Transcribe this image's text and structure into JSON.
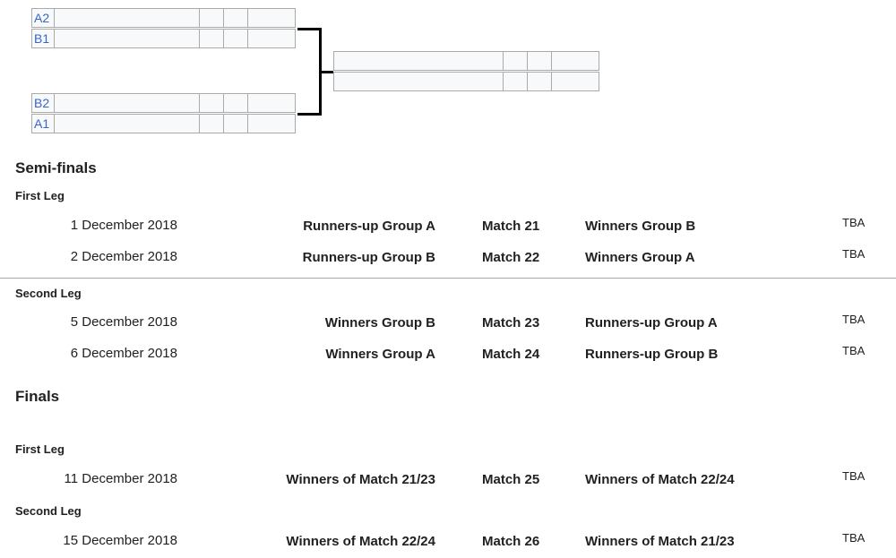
{
  "bracket": {
    "semi_slots": [
      "A2",
      "B1",
      "B2",
      "A1"
    ]
  },
  "semi_finals": {
    "title": "Semi-finals",
    "first_leg": {
      "title": "First Leg",
      "matches": [
        {
          "date": "1 December 2018",
          "home": "Runners-up Group A",
          "match": "Match 21",
          "away": "Winners Group B",
          "venue": "TBA"
        },
        {
          "date": "2 December 2018",
          "home": "Runners-up Group B",
          "match": "Match 22",
          "away": "Winners Group A",
          "venue": "TBA"
        }
      ]
    },
    "second_leg": {
      "title": "Second Leg",
      "matches": [
        {
          "date": "5 December 2018",
          "home": "Winners Group B",
          "match": "Match 23",
          "away": "Runners-up Group A",
          "venue": "TBA"
        },
        {
          "date": "6 December 2018",
          "home": "Winners Group A",
          "match": "Match 24",
          "away": "Runners-up Group B",
          "venue": "TBA"
        }
      ]
    }
  },
  "finals": {
    "title": "Finals",
    "first_leg": {
      "title": "First Leg",
      "matches": [
        {
          "date": "11 December 2018",
          "home": "Winners of Match 21/23",
          "match": "Match 25",
          "away": "Winners of Match 22/24",
          "venue": "TBA"
        }
      ]
    },
    "second_leg": {
      "title": "Second Leg",
      "matches": [
        {
          "date": "15 December 2018",
          "home": "Winners of Match 22/24",
          "match": "Match 26",
          "away": "Winners of Match 21/23",
          "venue": "TBA"
        }
      ]
    }
  }
}
